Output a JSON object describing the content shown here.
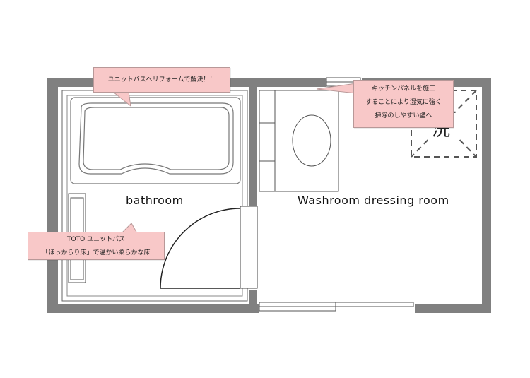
{
  "rooms": {
    "bathroom": "bathroom",
    "washroom": "Washroom dressing room",
    "washer_mark": "洗"
  },
  "callouts": {
    "top": "ユニットバスへリフォームで解決！！",
    "right": [
      "キッチンパネルを施工",
      "することにより湿気に強く",
      "掃除のしやすい壁へ"
    ],
    "left": [
      "TOTO ユニットバス",
      "「ほっからり床」で温かい柔らかな床"
    ]
  },
  "colors": {
    "wall": "#808080",
    "callout_fill": "#f8c8c8",
    "line": "#555555"
  }
}
